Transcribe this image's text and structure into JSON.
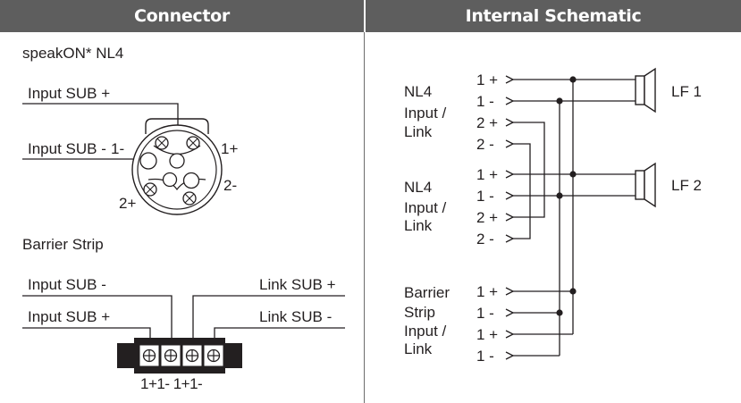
{
  "headers": {
    "connector": "Connector",
    "schematic": "Internal Schematic"
  },
  "connector": {
    "nl4_title": "speakON* NL4",
    "input_sub_plus": "Input SUB +",
    "input_sub_minus": "Input SUB -",
    "pin_1_minus": "1-",
    "pin_1_plus": "1+",
    "pin_2_minus": "2-",
    "pin_2_plus": "2+",
    "barrier_title": "Barrier Strip",
    "barrier_input_minus": "Input SUB -",
    "barrier_input_plus": "Input SUB +",
    "link_sub_plus": "Link SUB +",
    "link_sub_minus": "Link SUB -",
    "barrier_terminal_labels": "1+1- 1+1-"
  },
  "schematic": {
    "group1": [
      "NL4",
      "Input /",
      "Link"
    ],
    "group2": [
      "NL4",
      "Input /",
      "Link"
    ],
    "group3": [
      "Barrier",
      "Strip",
      "Input /",
      "Link"
    ],
    "pins": {
      "p1plus": "1 +",
      "p1minus": "1 -",
      "p2plus": "2 +",
      "p2minus": "2 -"
    },
    "lf1": "LF 1",
    "lf2": "LF 2"
  },
  "colors": {
    "header_bg": "#5e5e5e",
    "line": "#231f20"
  }
}
